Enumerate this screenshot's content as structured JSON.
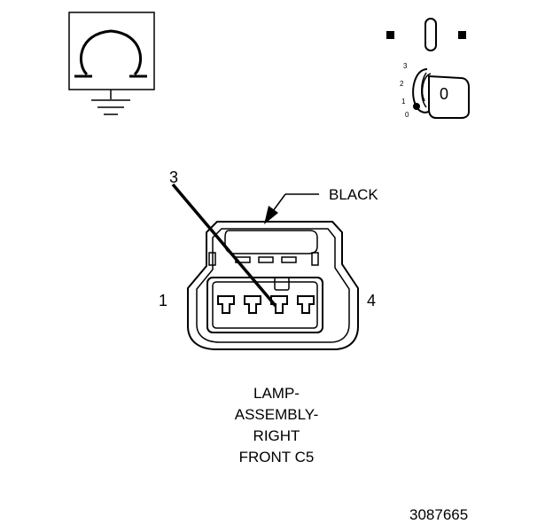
{
  "symbols": {
    "ohmmeter_icon": "ohmmeter-symbol",
    "ignition_icon": "ignition-key-switch",
    "ignition_positions": [
      "3",
      "2",
      "1",
      "0"
    ],
    "key_label": "0"
  },
  "connector": {
    "color_label": "BLACK",
    "pin_pointer_label": "3",
    "left_pin_label": "1",
    "right_pin_label": "4",
    "caption": [
      "LAMP-",
      "ASSEMBLY-",
      "RIGHT",
      "FRONT C5"
    ]
  },
  "figure_number": "3087665"
}
